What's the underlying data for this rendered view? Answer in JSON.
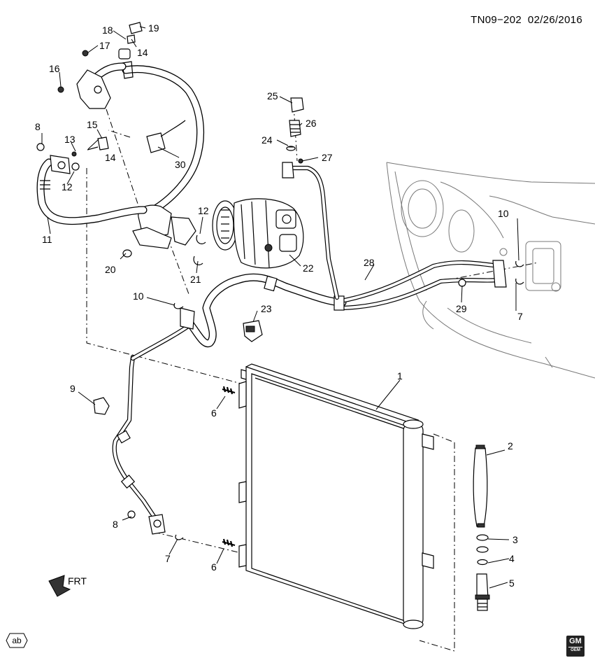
{
  "header": {
    "drawing_id": "TN09−202",
    "date": "02/26/2016"
  },
  "badges": {
    "ab_logo": "ab",
    "gm_logo": "GM",
    "gm_sub": "OEM"
  },
  "orientation_arrow": {
    "label": "FRT"
  },
  "callouts": {
    "c1": "1",
    "c2": "2",
    "c3": "3",
    "c4": "4",
    "c5": "5",
    "c6a": "6",
    "c6b": "6",
    "c7a": "7",
    "c7b": "7",
    "c8a": "8",
    "c8b": "8",
    "c9": "9",
    "c10a": "10",
    "c10b": "10",
    "c11": "11",
    "c12a": "12",
    "c12b": "12",
    "c13": "13",
    "c14a": "14",
    "c14b": "14",
    "c15": "15",
    "c16": "16",
    "c17": "17",
    "c18": "18",
    "c19": "19",
    "c20": "20",
    "c21": "21",
    "c22": "22",
    "c23": "23",
    "c24": "24",
    "c25": "25",
    "c26": "26",
    "c27": "27",
    "c28": "28",
    "c29": "29",
    "c30": "30"
  }
}
